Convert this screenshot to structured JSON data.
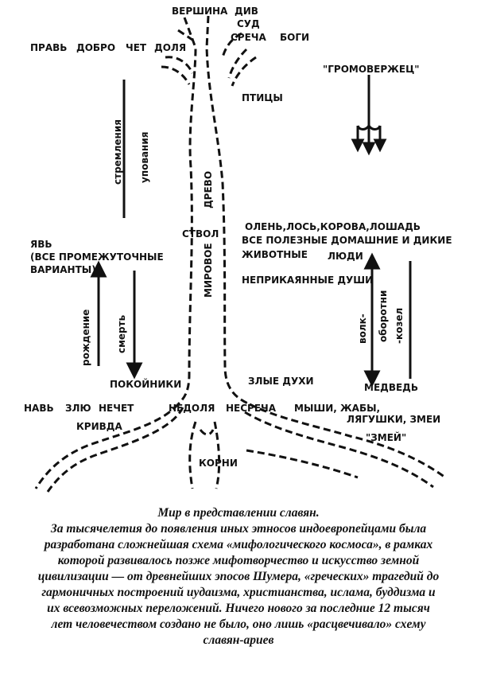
{
  "diagram": {
    "labels": {
      "vershina": "ВЕРШИНА",
      "div": "ДИВ",
      "sud": "СУД",
      "srecha": "СРЕЧА",
      "bogi": "БОГИ",
      "prav": "ПРАВЬ",
      "dobro": "ДОБРО",
      "chet": "ЧЕТ",
      "dolya": "ДОЛЯ",
      "gromoverzhets": "\"ГРОМОВЕРЖЕЦ\"",
      "ptitsy": "ПТИЦЫ",
      "stremleniya": "стремления",
      "upovaniya": "упования",
      "drevo": "ДРЕВО",
      "stvol": "СТВОЛ",
      "mirovoe": "МИРОВОЕ",
      "yav": "ЯВЬ",
      "yav_note_1": "(ВСЕ ПРОМЕЖУТОЧНЫЕ",
      "yav_note_2": "ВАРИАНТЫ)",
      "animals_1": "ОЛЕНЬ,ЛОСЬ,КОРОВА,ЛОШАДЬ",
      "animals_2": "ВСЕ ПОЛЕЗНЫЕ ДОМАШНИЕ И ДИКИЕ",
      "animals_3": "ЖИВОТНЫЕ",
      "lyudi": "ЛЮДИ",
      "neprikayannye": "НЕПРИКАЯННЫЕ ДУШИ",
      "rozhdenie": "рождение",
      "smert": "смерть",
      "volk": "волк-",
      "oborotni": "оборотни",
      "kozel": "-козел",
      "pokoyniki": "ПОКОЙНИКИ",
      "zlye_dukhi": "ЗЛЫЕ ДУХИ",
      "medved": "МЕДВЕДЬ",
      "nav": "НАВЬ",
      "zlo": "ЗЛЮ",
      "nechet": "НЕЧЕТ",
      "nedolya": "НЕДОЛЯ",
      "nesrecha": "НЕСРЕЧА",
      "myshi": "МЫШИ, ЖАБЫ,",
      "lyagushki": "ЛЯГУШКИ, ЗМЕИ",
      "krivda": "КРИВДА",
      "zmey": "\"ЗМЕЙ\"",
      "korni": "КОРНИ"
    }
  },
  "caption": {
    "title": "Мир в представлении славян.",
    "lines": [
      "За тысячелетия до появления иных этносов индоевропейцами была",
      "разработана сложнейшая схема «мифологического космоса», в рамках",
      "которой развивалось позже мифотворчество и искусство земной",
      "цивилизации — от древнейших эпосов Шумера, «греческих» трагедий до",
      "гармоничных построений иудаизма, христианства, ислама, буддизма и",
      "их всевозможных переложений. Ничего нового за последние 12 тысяч",
      "лет человечеством создано не было, оно лишь «расцвечивало» схему",
      "славян-ариев"
    ]
  }
}
